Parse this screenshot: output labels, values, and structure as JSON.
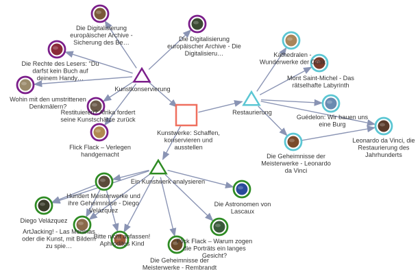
{
  "colors": {
    "edge": "#8a94b4",
    "root": "#ef6f5e",
    "kunstkonservierung": "#7b1e8a",
    "restaurierung": "#5bc6d3",
    "analysieren": "#2e8b23",
    "label": "#333333"
  },
  "root": {
    "lines": [
      "Kunstwerke: Schaffen,",
      "konservieren und",
      "ausstellen"
    ]
  },
  "categories": [
    {
      "id": "kunstkonservierung",
      "label": "Kunstkonservierung"
    },
    {
      "id": "restaurierung",
      "label": "Restaurierung"
    },
    {
      "id": "analysieren",
      "label": "Ein Kunstwerk analysieren"
    }
  ],
  "videos": [
    {
      "group": "kunstkonservierung",
      "thumb": "#7a5a3a",
      "lines": [
        "Die Digitalisierung",
        "europäischer Archive -",
        "Sicherung des Be…"
      ]
    },
    {
      "group": "kunstkonservierung",
      "thumb": "#3b4a32",
      "lines": [
        "Die Digitalisierung",
        "europäischer Archive - Die",
        "Digitalisieru…"
      ]
    },
    {
      "group": "kunstkonservierung",
      "thumb": "#8a2a3a",
      "lines": [
        "Die Rechte des Lesers: \"Du",
        "darfst kein Buch auf",
        "deinem Handy…"
      ]
    },
    {
      "group": "kunstkonservierung",
      "thumb": "#9a8a6a",
      "lines": [
        "Wohin mit den umstrittenen",
        "Denkmälern?"
      ]
    },
    {
      "group": "kunstkonservierung",
      "thumb": "#6a5a4a",
      "lines": [
        "Restituieren? Afrika fordert",
        "seine Kunstschätze zurück"
      ]
    },
    {
      "group": "kunstkonservierung",
      "thumb": "#b08a50",
      "lines": [
        "Flick Flack – Verlegen",
        "handgemacht"
      ]
    },
    {
      "group": "restaurierung",
      "thumb": "#a8855a",
      "lines": [
        "Kathedralen -",
        "Wunderwerke der Gotik"
      ]
    },
    {
      "group": "restaurierung",
      "thumb": "#7a3a2a",
      "lines": [
        "Mont Saint-Michel - Das",
        "rätselhafte Labyrinth"
      ]
    },
    {
      "group": "restaurierung",
      "thumb": "#6a8ab0",
      "lines": [
        "Guédelon: Wir bauen uns",
        "eine Burg"
      ]
    },
    {
      "group": "restaurierung",
      "thumb": "#7a4a2a",
      "lines": [
        "Die Geheimnisse der",
        "Meisterwerke - Leonardo",
        "da Vinci"
      ]
    },
    {
      "group": "restaurierung",
      "thumb": "#5a3a2a",
      "lines": [
        "Leonardo da Vinci, die",
        "Restaurierung des",
        "Jahrhunderts"
      ]
    },
    {
      "group": "analysieren",
      "thumb": "#5a4a3a",
      "lines": [
        "Hundert Meisterwerke und",
        "ihre Geheimnisse - Diego",
        "Velázquez"
      ]
    },
    {
      "group": "analysieren",
      "thumb": "#3a3a2a",
      "lines": [
        "Diego Velázquez"
      ]
    },
    {
      "group": "analysieren",
      "thumb": "#2a4a9a",
      "lines": [
        "Die Astronomen von",
        "Lascaux"
      ]
    },
    {
      "group": "analysieren",
      "thumb": "#8a6a4a",
      "lines": [
        "ArtJacking! - Las Meninas",
        "oder die Kunst, mit Bildern",
        "zu spie…"
      ]
    },
    {
      "group": "analysieren",
      "thumb": "#9a5a3a",
      "lines": [
        "Bitte nicht anfassen!",
        "Aphrodites Kind"
      ]
    },
    {
      "group": "analysieren",
      "thumb": "#3a5a3a",
      "lines": [
        "Flick Flack – Warum zogen",
        "die Porträts ein langes",
        "Gesicht?"
      ]
    },
    {
      "group": "analysieren",
      "thumb": "#6a4a2a",
      "lines": [
        "Die Geheimnisse der",
        "Meisterwerke - Rembrandt"
      ]
    }
  ]
}
